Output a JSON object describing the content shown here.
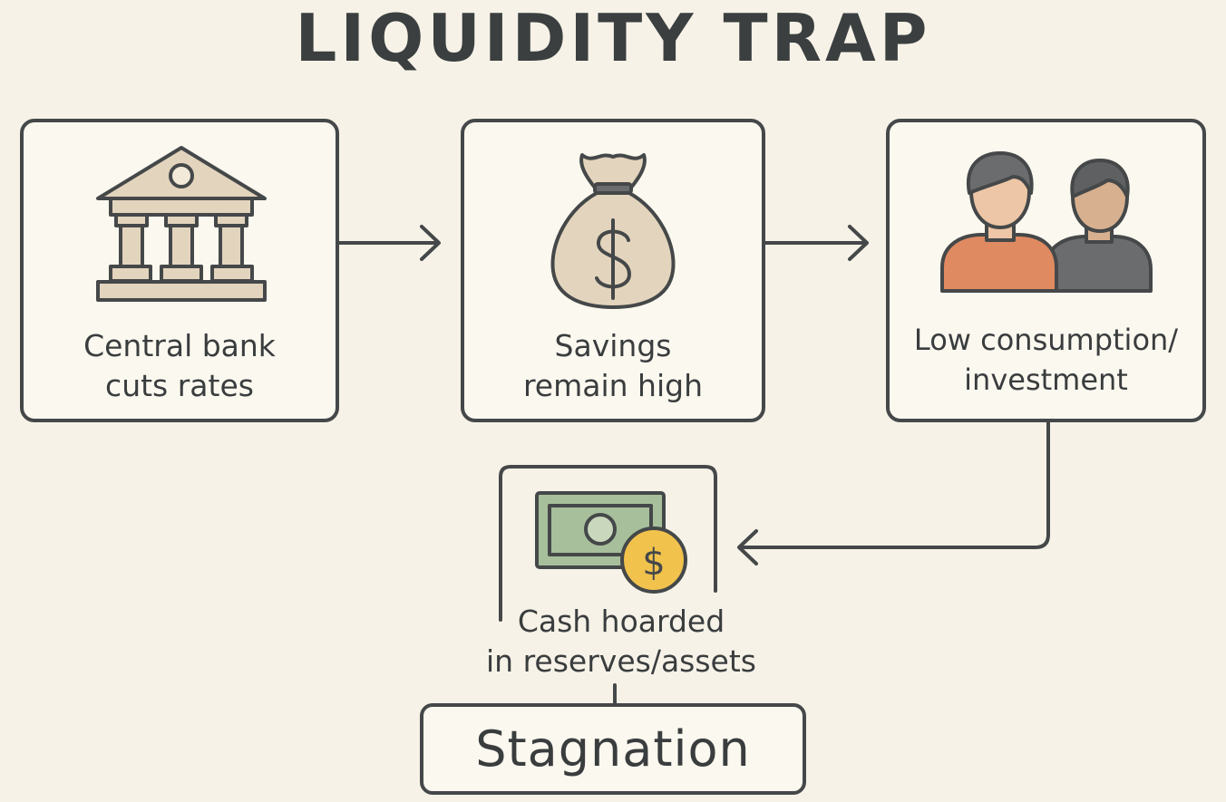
{
  "title": "LIQUIDITY TRAP",
  "steps": [
    {
      "id": "bank",
      "line1": "Central bank",
      "line2": "cuts rates",
      "icon": "bank-building-icon"
    },
    {
      "id": "savings",
      "line1": "Savings",
      "line2": "remain high",
      "icon": "money-bag-icon"
    },
    {
      "id": "people",
      "line1": "Low consumption/",
      "line2": "investment",
      "icon": "people-icon"
    }
  ],
  "cash": {
    "line1": "Cash hoarded",
    "line2": "in reserves/assets",
    "icon": "cash-coin-icon",
    "coin_symbol": "$"
  },
  "outcome": "Stagnation",
  "colors": {
    "background": "#f6f2e7",
    "box_fill": "#fbf8ef",
    "stroke": "#454849",
    "beige": "#e3d4bd",
    "skin": "#ecc6a6",
    "orange": "#e08a62",
    "gray": "#6a6c6d",
    "bill_green": "#a7bf9b",
    "coin_yellow": "#f1c24c"
  }
}
